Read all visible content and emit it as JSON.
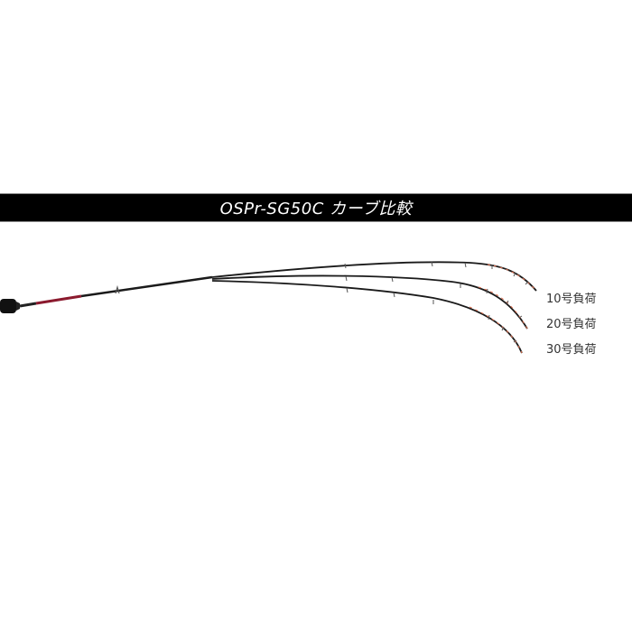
{
  "title": "OSPr-SG50C カーブ比較",
  "colors": {
    "background": "#ffffff",
    "title_bar": "#000000",
    "title_text": "#ffffff",
    "rod": "#1a1a1a",
    "rod_accent": "#8b1a2e",
    "tip_accent": "#e07050",
    "label_text": "#333333"
  },
  "labels": [
    {
      "text": "10号負荷"
    },
    {
      "text": "20号負荷"
    },
    {
      "text": "30号負荷"
    }
  ]
}
